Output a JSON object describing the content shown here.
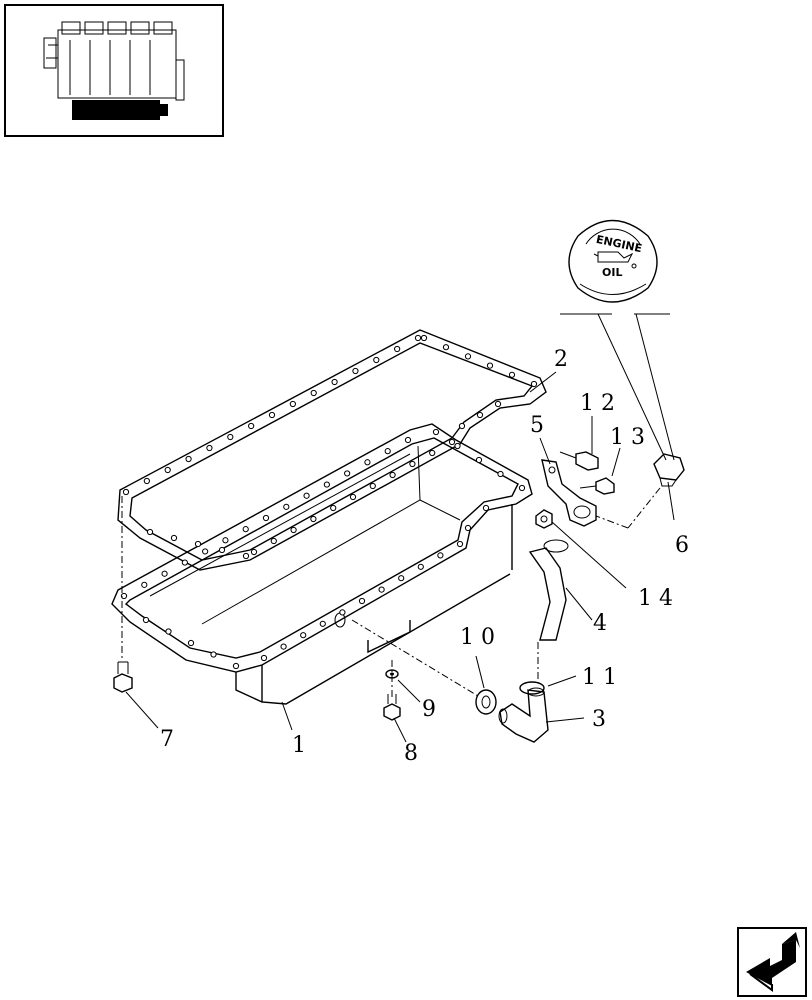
{
  "diagram": {
    "callouts": [
      {
        "id": "1",
        "text": "1"
      },
      {
        "id": "2",
        "text": "2"
      },
      {
        "id": "3",
        "text": "3"
      },
      {
        "id": "4",
        "text": "4"
      },
      {
        "id": "5",
        "text": "5"
      },
      {
        "id": "6",
        "text": "6"
      },
      {
        "id": "7",
        "text": "7"
      },
      {
        "id": "8",
        "text": "8"
      },
      {
        "id": "9",
        "text": "9"
      },
      {
        "id": "10",
        "text": "1 0"
      },
      {
        "id": "11",
        "text": "1 1"
      },
      {
        "id": "12",
        "text": "1 2"
      },
      {
        "id": "13",
        "text": "1 3"
      },
      {
        "id": "14",
        "text": "1 4"
      }
    ],
    "oil_cap": {
      "top_text": "ENGINE",
      "bottom_text": "OIL"
    }
  },
  "icons": {
    "thumbnail": "engine-thumbnail-icon",
    "nav": "next-page-arrow-icon"
  }
}
